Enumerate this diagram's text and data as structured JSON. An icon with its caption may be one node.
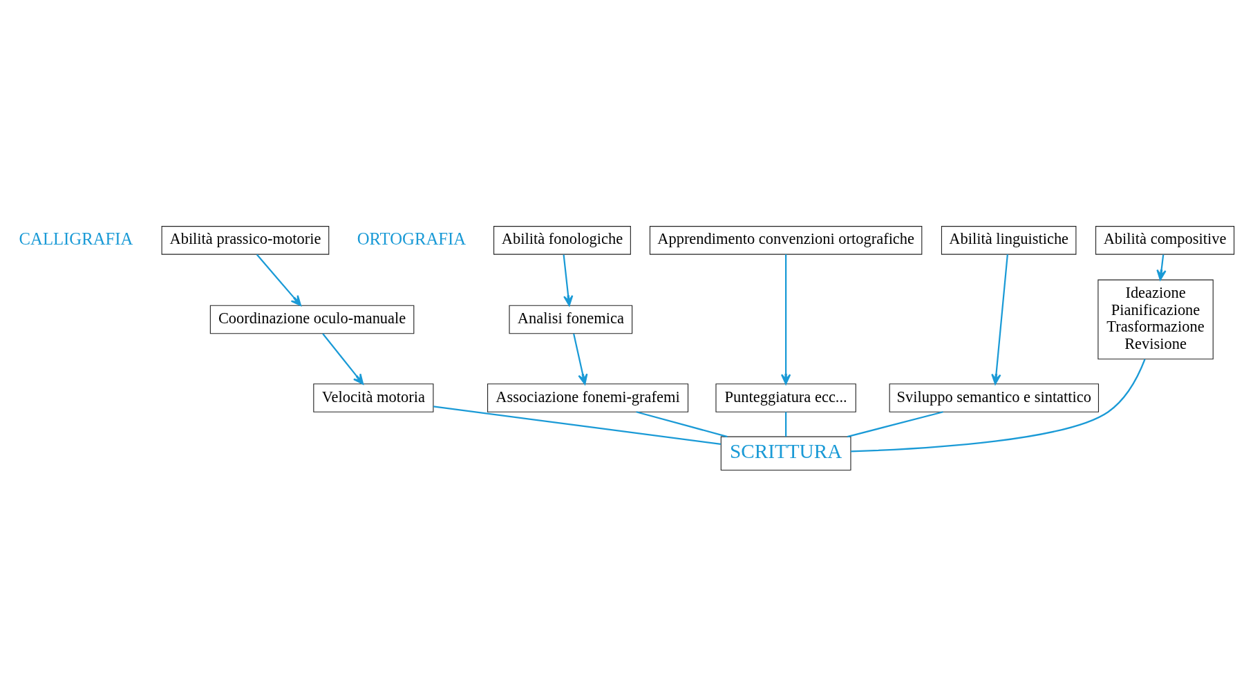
{
  "diagram": {
    "nodes": [
      {
        "text": [
          "Abilità prassico-motorie"
        ]
      },
      {
        "text": [
          "Coordinazione oculo-manuale"
        ]
      },
      {
        "text": [
          "Velocità motoria"
        ]
      },
      {
        "text": [
          "Abilità fonologiche"
        ]
      },
      {
        "text": [
          "Analisi fonemica"
        ]
      },
      {
        "text": [
          "Associazione fonemi-grafemi"
        ]
      },
      {
        "text": [
          "Apprendimento convenzioni ortografiche"
        ]
      },
      {
        "text": [
          "Punteggiatura ecc..."
        ]
      },
      {
        "text": [
          "Abilità linguistiche"
        ]
      },
      {
        "text": [
          "Sviluppo semantico e sintattico"
        ]
      },
      {
        "text": [
          "Abilità compositive"
        ]
      },
      {
        "text": [
          "Ideazione",
          "Pianificazione",
          "Trasformazione",
          "Revisione"
        ]
      },
      {
        "text": [
          "SCRITTURA"
        ]
      }
    ],
    "edges": [
      {
        "from": 0,
        "to": 1,
        "arrow": "to"
      },
      {
        "from": 1,
        "to": 2,
        "arrow": "to"
      },
      {
        "from": 3,
        "to": 4,
        "arrow": "to"
      },
      {
        "from": 4,
        "to": 5,
        "arrow": "to"
      },
      {
        "from": 6,
        "to": 7,
        "arrow": "to"
      },
      {
        "from": 8,
        "to": 9,
        "arrow": "to"
      },
      {
        "from": 10,
        "to": 11,
        "arrow": "to"
      },
      {
        "from": 2,
        "to": 12,
        "arrow": "none"
      },
      {
        "from": 5,
        "to": 12,
        "arrow": "none"
      },
      {
        "from": 7,
        "to": 12,
        "arrow": "none"
      },
      {
        "from": 9,
        "to": 12,
        "arrow": "none"
      },
      {
        "from": 11,
        "to": 12,
        "arrow": "none"
      }
    ],
    "labels": [
      "CALLIGRAFIA",
      "ORTOGRAFIA"
    ]
  }
}
